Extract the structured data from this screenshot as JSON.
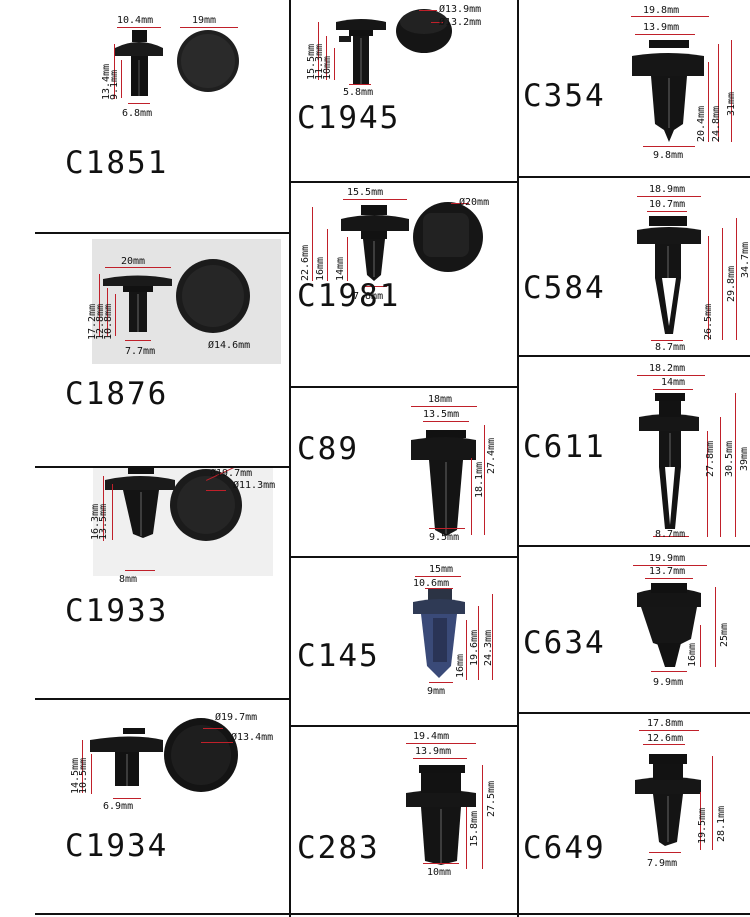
{
  "colors": {
    "dimension_line": "#c0202a",
    "part": "#111111",
    "grid": "#111111"
  },
  "parts": [
    {
      "code": "C1851",
      "dims": [
        "10.4mm",
        "19mm",
        "13.4mm",
        "9.1mm",
        "6.8mm"
      ]
    },
    {
      "code": "C1876",
      "dims": [
        "20mm",
        "17.2mm",
        "12.8mm",
        "10.8mm",
        "7.7mm",
        "Ø14.6mm"
      ]
    },
    {
      "code": "C1933",
      "dims": [
        "Ø19.7mm",
        "Ø11.3mm",
        "16.3mm",
        "13.5mm",
        "8mm"
      ]
    },
    {
      "code": "C1934",
      "dims": [
        "Ø19.7mm",
        "Ø13.4mm",
        "14.5mm",
        "10.5mm",
        "6.9mm"
      ]
    },
    {
      "code": "C1945",
      "dims": [
        "Ø13.9mm",
        "Ø13.2mm",
        "15.5mm",
        "11.3mm",
        "10mm",
        "5.8mm"
      ]
    },
    {
      "code": "C1981",
      "dims": [
        "15.5mm",
        "Ø20mm",
        "22.6mm",
        "16mm",
        "14mm",
        "7.8mm"
      ]
    },
    {
      "code": "C89",
      "dims": [
        "18mm",
        "13.5mm",
        "27.4mm",
        "18.1mm",
        "9.5mm"
      ]
    },
    {
      "code": "C145",
      "dims": [
        "15mm",
        "10.6mm",
        "16mm",
        "19.6mm",
        "24.3mm",
        "9mm"
      ]
    },
    {
      "code": "C283",
      "dims": [
        "19.4mm",
        "13.9mm",
        "27.5mm",
        "15.8mm",
        "10mm"
      ]
    },
    {
      "code": "C354",
      "dims": [
        "19.8mm",
        "13.9mm",
        "20.4mm",
        "24.8mm",
        "31mm",
        "9.8mm"
      ]
    },
    {
      "code": "C584",
      "dims": [
        "18.9mm",
        "10.7mm",
        "26.5mm",
        "29.8mm",
        "34.7mm",
        "8.7mm"
      ]
    },
    {
      "code": "C611",
      "dims": [
        "18.2mm",
        "14mm",
        "27.8mm",
        "30.5mm",
        "39mm",
        "8.7mm"
      ]
    },
    {
      "code": "C634",
      "dims": [
        "19.9mm",
        "13.7mm",
        "16mm",
        "25mm",
        "9.9mm"
      ]
    },
    {
      "code": "C649",
      "dims": [
        "17.8mm",
        "12.6mm",
        "19.5mm",
        "28.1mm",
        "7.9mm"
      ]
    }
  ]
}
